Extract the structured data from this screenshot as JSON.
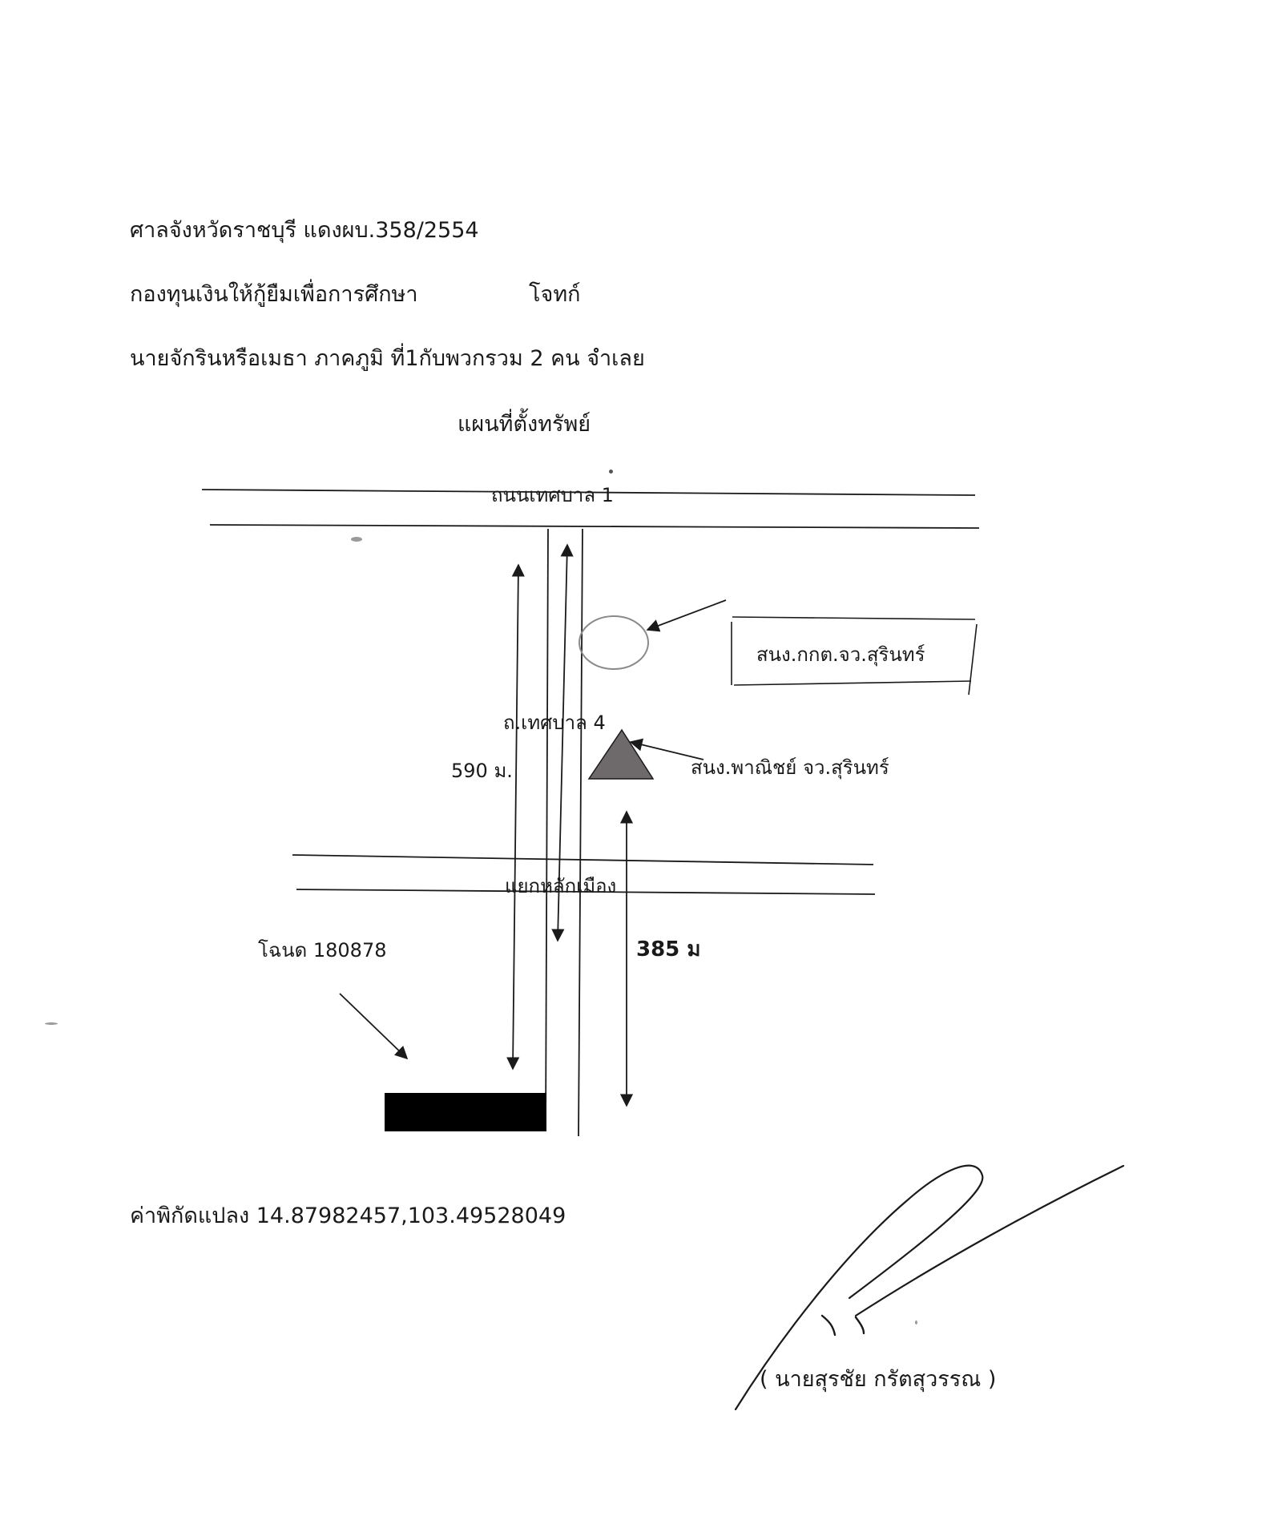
{
  "header": {
    "court_case": "ศาลจังหวัดราชบุรี แดงผบ.358/2554",
    "plaintiff": "กองทุนเงินให้กู้ยืมเพื่อการศึกษา",
    "plaintiff_role": "โจทก์",
    "defendant": "นายจักรินหรือเมธา ภาคภูมิ ที่1กับพวกรวม 2 คน จำเลย"
  },
  "map": {
    "title": "แผนที่ตั้งทรัพย์",
    "road_top": "ถนนเทศบาล 1",
    "road_vertical": "ถ.เทศบาล  4",
    "intersection": "แยกหลักเมือง",
    "office_circle_label": "สนง.กกต.จว.สุรินทร์",
    "office_triangle_label": "สนง.พาณิชย์ จว.สุรินทร์",
    "distance_long": "590 ม.",
    "distance_short": "385 ม",
    "deed_label": "โฉนด 180878",
    "colors": {
      "ink": "#1a1a1a",
      "triangle_fill": "#6e6a6c",
      "circle_stroke": "#8a8a8a",
      "parcel_fill": "#000000"
    }
  },
  "footer": {
    "coordinates": "ค่าพิกัดแปลง 14.87982457,103.49528049",
    "signer": "( นายสุรชัย กรัตสุวรรณ )"
  }
}
